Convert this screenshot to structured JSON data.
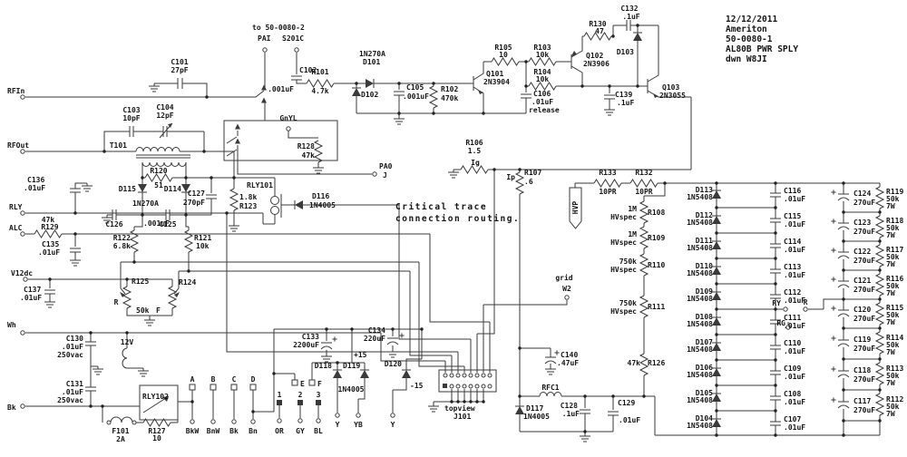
{
  "title_block": {
    "date": "12/12/2011",
    "company": "Ameriton",
    "part": "50-0080-1",
    "name": "AL80B PWR SPLY",
    "drawn": "dwn W8JI"
  },
  "note": {
    "line1": "Critical trace",
    "line2": "connection routing."
  },
  "t": {
    "rfin": "RFIn",
    "rfout": "RFOut",
    "rly": "RLY",
    "alc": "ALC",
    "v12dc": "V12dc",
    "wh": "Wh",
    "bk": "Bk",
    "to2": "to 50-0080-2",
    "pai": "PAI",
    "s201c": "S201C",
    "c101": "C101",
    "c101v": "27pF",
    "c102": "C102",
    "c102v": ".001uF",
    "r101": "R101",
    "r101v": "4.7k",
    "d101p": "1N270A",
    "d101": "D101",
    "d102": "D102",
    "c105": "C105",
    "c105v": ".001uF",
    "r102": "R102",
    "r102v": "470k",
    "q101": "Q101",
    "q101v": "2N3904",
    "r105": "R105",
    "r105v": "10",
    "r103": "R103",
    "r103v": "10k",
    "r104": "R104",
    "r104v": "10k",
    "c106": "C106",
    "c106v": ".01uF",
    "c106n": "release",
    "q102": "Q102",
    "q102v": "2N3906",
    "r130": "R130",
    "r130v": "47",
    "c132": "C132",
    "c132v": ".1uF",
    "d103": "D103",
    "q103": "Q103",
    "q103v": "2N3055",
    "c139": "C139",
    "c139v": ".1uF",
    "r106": "R106",
    "r106v": "1.5",
    "ig": "Ig",
    "ip": "Ip",
    "r107": "R107",
    "r107v": ".6",
    "c103": "C103",
    "c103v": "10pF",
    "c104": "C104",
    "c104v": "12pF",
    "t101": "T101",
    "gnyl": "GnYL",
    "r128": "R128",
    "r128v": "47k",
    "pa0": "PA0",
    "jlab": "J",
    "r120": "R120",
    "r120v": "51",
    "d115": "D115",
    "d114": "D114",
    "d115p": "1N270A",
    "c127": "C127",
    "c127v": "270pF",
    "r123v": "1.8k",
    "r123": "R123",
    "rly101": "RLY101",
    "d116": "D116",
    "d116v": "1N4005",
    "c136": "C136",
    "c136v": ".01uF",
    "r129v": "47k",
    "r129": "R129",
    "c135": "C135",
    "c135v": ".01uF",
    "c126": "C126",
    "cdet": ".001uF",
    "c125": "C125",
    "r122": "R122",
    "r122v": "6.8k",
    "r121": "R121",
    "r121v": "10k",
    "c137": "C137",
    "c137v": ".01uF",
    "r125": "R125",
    "rlab": "R",
    "potv": "50k",
    "flab": "F",
    "r124": "R124",
    "c130": "C130",
    "c130v": ".01uF",
    "vac": "250vac",
    "v12": "12V",
    "c131": "C131",
    "c131v": ".01uF",
    "rly102": "RLY102",
    "f101": "F101",
    "f101v": "2A",
    "r127": "R127",
    "r127v": "10",
    "ta": "A",
    "tb": "B",
    "tc": "C",
    "td": "D",
    "te_": "E",
    "tf": "F",
    "n1": "1",
    "n2": "2",
    "n3": "3",
    "bkw": "BkW",
    "bnw": "BnW",
    "bk2": "Bk",
    "bn": "Bn",
    "or_": "OR",
    "gy": "GY",
    "bl": "BL",
    "c133": "C133",
    "c133v": "2200uF",
    "p15": "+15",
    "d118": "D118",
    "d119": "D119",
    "d120": "D120",
    "dp4005": "1N4005",
    "m15": "-15",
    "c134": "C134",
    "c134v": "220uF",
    "y1": "Y",
    "yb": "YB",
    "topview": "topview",
    "j101": "J101",
    "grid": "grid",
    "w2": "W2",
    "d117": "D117",
    "d117p": "1N4005",
    "rfc1": "RFC1",
    "c128": "C128",
    "c128v": ".1uF",
    "c129": "C129",
    "c129v": ".01uF",
    "c140": "C140",
    "c140v": ".47uF",
    "r126v": "47k",
    "r126": "R126",
    "r133": "R133",
    "pr10": "10PR",
    "r132": "R132",
    "hvp": "HVP",
    "m1": "1M",
    "k750": "750k",
    "hvspec": "HVspec",
    "r108": "R108",
    "r109": "R109",
    "r110": "R110",
    "r111": "R111",
    "ry": "RY",
    "rg": "RG"
  },
  "hv": {
    "diodes": [
      {
        "ref": "D113",
        "part": "1N5408"
      },
      {
        "ref": "D112",
        "part": "1N5408"
      },
      {
        "ref": "D111",
        "part": "1N5408"
      },
      {
        "ref": "D110",
        "part": "1N5408"
      },
      {
        "ref": "D109",
        "part": "1N5408"
      },
      {
        "ref": "D108",
        "part": "1N5408"
      },
      {
        "ref": "D107",
        "part": "1N5408"
      },
      {
        "ref": "D106",
        "part": "1N5408"
      },
      {
        "ref": "D105",
        "part": "1N5408"
      },
      {
        "ref": "D104",
        "part": "1N5408"
      }
    ],
    "caps": [
      {
        "ref": "C116",
        "val": ".01uF"
      },
      {
        "ref": "C115",
        "val": ".01uF"
      },
      {
        "ref": "C114",
        "val": ".01uF"
      },
      {
        "ref": "C113",
        "val": ".01uF"
      },
      {
        "ref": "C112",
        "val": ".01uF"
      },
      {
        "ref": "C111",
        "val": ".01uF"
      },
      {
        "ref": "C110",
        "val": ".01uF"
      },
      {
        "ref": "C109",
        "val": ".01uF"
      },
      {
        "ref": "C108",
        "val": ".01uF"
      },
      {
        "ref": "C107",
        "val": ".01uF"
      }
    ],
    "ecaps": [
      {
        "ref": "C124",
        "val": "270uF"
      },
      {
        "ref": "C123",
        "val": "270uF"
      },
      {
        "ref": "C122",
        "val": "270uF"
      },
      {
        "ref": "C121",
        "val": "270uF"
      },
      {
        "ref": "C120",
        "val": "270uF"
      },
      {
        "ref": "C119",
        "val": "270uF"
      },
      {
        "ref": "C118",
        "val": "270uF"
      },
      {
        "ref": "C117",
        "val": "270uF"
      }
    ],
    "bleeders": [
      {
        "ref": "R119",
        "r": "50k",
        "w": "7W"
      },
      {
        "ref": "R118",
        "r": "50k",
        "w": "7W"
      },
      {
        "ref": "R117",
        "r": "50k",
        "w": "7W"
      },
      {
        "ref": "R116",
        "r": "50k",
        "w": "7W"
      },
      {
        "ref": "R115",
        "r": "50k",
        "w": "7W"
      },
      {
        "ref": "R114",
        "r": "50k",
        "w": "7W"
      },
      {
        "ref": "R113",
        "r": "50k",
        "w": "7W"
      },
      {
        "ref": "R112",
        "r": "50k",
        "w": "7W"
      }
    ]
  }
}
